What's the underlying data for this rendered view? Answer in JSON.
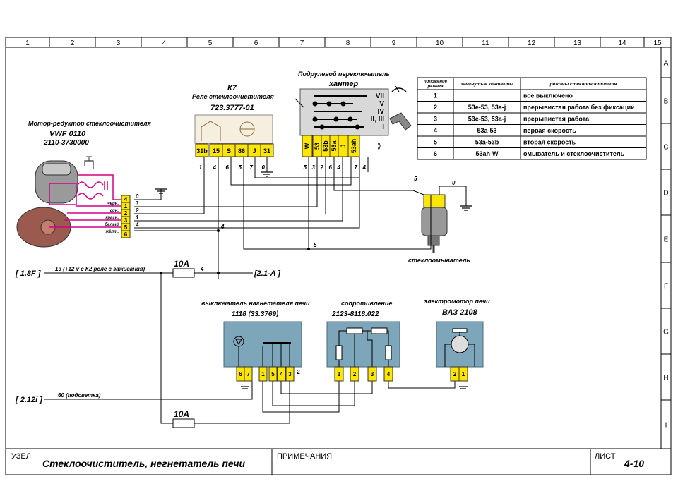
{
  "frame": {
    "columns": [
      "1",
      "2",
      "3",
      "4",
      "5",
      "6",
      "7",
      "8",
      "9",
      "10",
      "11",
      "12",
      "13",
      "14",
      "15"
    ],
    "rows": [
      "A",
      "B",
      "C",
      "D",
      "E",
      "F",
      "G",
      "H",
      "I"
    ]
  },
  "colors": {
    "terminal": "#ffe600",
    "module": "#7ea6ba",
    "pink": "#d4008c",
    "line": "#000000"
  },
  "motor": {
    "title": "Мотор-редуктор стеклоочистителя",
    "model": "VWF 0110",
    "part": "2110-3730000",
    "pins": [
      "4",
      "1",
      "2",
      "3",
      "5",
      "6"
    ],
    "wire_colors": [
      "черн.",
      "син.",
      "красн.",
      "белый",
      "жёлт."
    ],
    "wire_numbers": [
      "0",
      "3",
      "2",
      "1",
      "4"
    ]
  },
  "relay": {
    "id": "К7",
    "name": "Реле стеклоочистителя",
    "part": "723.3777-01",
    "pins": [
      "31b",
      "15",
      "S",
      "86",
      "J",
      "31"
    ],
    "wire_numbers": [
      "1",
      "4",
      "6",
      "5",
      "7",
      "0"
    ]
  },
  "switch": {
    "name": "Подрулевой переключатель",
    "brand": "хантер",
    "positions": [
      "VII",
      "V",
      "IV",
      "II, III",
      "I"
    ],
    "pins": [
      "W",
      "53",
      "53b",
      "53a",
      "J",
      "53ah"
    ],
    "wire_numbers": [
      "5",
      "3",
      "2",
      "6",
      "4",
      "7",
      "4"
    ]
  },
  "washer": {
    "label": "стеклоомыватель",
    "wire_numbers": [
      "5",
      "0"
    ]
  },
  "table": {
    "headers": [
      "положение рычага",
      "замкнутые контакты",
      "режимы стеклоочистителя"
    ],
    "rows": [
      [
        "1",
        "",
        "все выключено"
      ],
      [
        "2",
        "53e-53, 53a-j",
        "прерывистая работа без фиксации"
      ],
      [
        "3",
        "53e-53, 53a-j",
        "прерывистая работа"
      ],
      [
        "4",
        "53a-53",
        "первая скорость"
      ],
      [
        "5",
        "53a-53b",
        "вторая скорость"
      ],
      [
        "6",
        "53ah-W",
        "омыватель и стеклоочиститель"
      ]
    ]
  },
  "power": {
    "source1": "[ 1.8F ]",
    "wire1": "13  (+12 v с К2 реле с зажигания)",
    "fuse1": "10A",
    "wire_out": "4",
    "dest": "[2.1-A ]",
    "wire_mid": "4",
    "wire_washer": "5",
    "source2": "[ 2.12i ]",
    "wire2": "60 (подсветка)",
    "fuse2": "10A"
  },
  "heater_switch": {
    "name": "выключатель нагнетателя печи",
    "part": "1118 (33.3769)",
    "pins": [
      "6",
      "7",
      "1",
      "5",
      "4",
      "3",
      "2"
    ]
  },
  "resistor": {
    "name": "сопротивление",
    "part": "2123-8118.022",
    "pins": [
      "1",
      "2",
      "3",
      "4"
    ]
  },
  "heater_motor": {
    "name": "электромотор печи",
    "part": "ВАЗ 2108",
    "pins": [
      "2",
      "1"
    ]
  },
  "footer": {
    "node_label": "УЗЕЛ",
    "title": "Стеклоочиститель, негнетатель печи",
    "notes_label": "ПРИМЕЧАНИЯ",
    "sheet_label": "ЛИСТ",
    "sheet": "4-10"
  }
}
